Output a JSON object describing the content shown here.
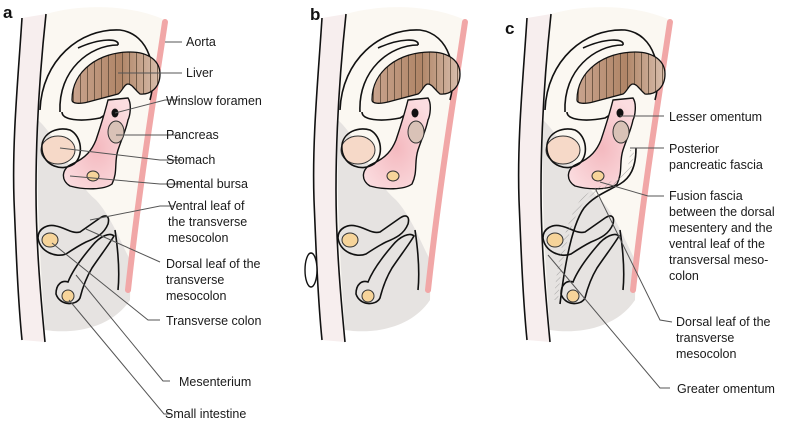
{
  "figure": {
    "panels": [
      {
        "letter": "a",
        "labels": [
          {
            "id": "aorta",
            "lines": [
              "Aorta"
            ]
          },
          {
            "id": "liver",
            "lines": [
              "Liver"
            ]
          },
          {
            "id": "winslow",
            "lines": [
              "Winslow foramen"
            ]
          },
          {
            "id": "pancreas",
            "lines": [
              "Pancreas"
            ]
          },
          {
            "id": "stomach",
            "lines": [
              "Stomach"
            ]
          },
          {
            "id": "omental-bursa",
            "lines": [
              "Omental bursa"
            ]
          },
          {
            "id": "ventral-leaf",
            "lines": [
              "Ventral leaf of",
              "the transverse",
              "mesocolon"
            ]
          },
          {
            "id": "dorsal-leaf",
            "lines": [
              "Dorsal leaf of the",
              "transverse",
              "mesocolon"
            ]
          },
          {
            "id": "transverse-colon",
            "lines": [
              "Transverse colon"
            ]
          },
          {
            "id": "mesenterium",
            "lines": [
              "Mesenterium"
            ]
          },
          {
            "id": "small-intestine",
            "lines": [
              "Small intestine"
            ]
          }
        ]
      },
      {
        "letter": "b",
        "labels": []
      },
      {
        "letter": "c",
        "labels": [
          {
            "id": "lesser-omentum",
            "lines": [
              "Lesser omentum"
            ]
          },
          {
            "id": "posterior-pancreatic-fascia",
            "lines": [
              "Posterior",
              "pancreatic fascia"
            ]
          },
          {
            "id": "fusion-fascia",
            "lines": [
              "Fusion fascia",
              "between the dorsal",
              "mesentery and the",
              "ventral leaf of the",
              " transversal meso-",
              " colon"
            ]
          },
          {
            "id": "dorsal-leaf-c",
            "lines": [
              "Dorsal leaf of the",
              "transverse",
              "mesocolon"
            ]
          },
          {
            "id": "greater-omentum",
            "lines": [
              "Greater omentum"
            ]
          }
        ]
      }
    ]
  }
}
